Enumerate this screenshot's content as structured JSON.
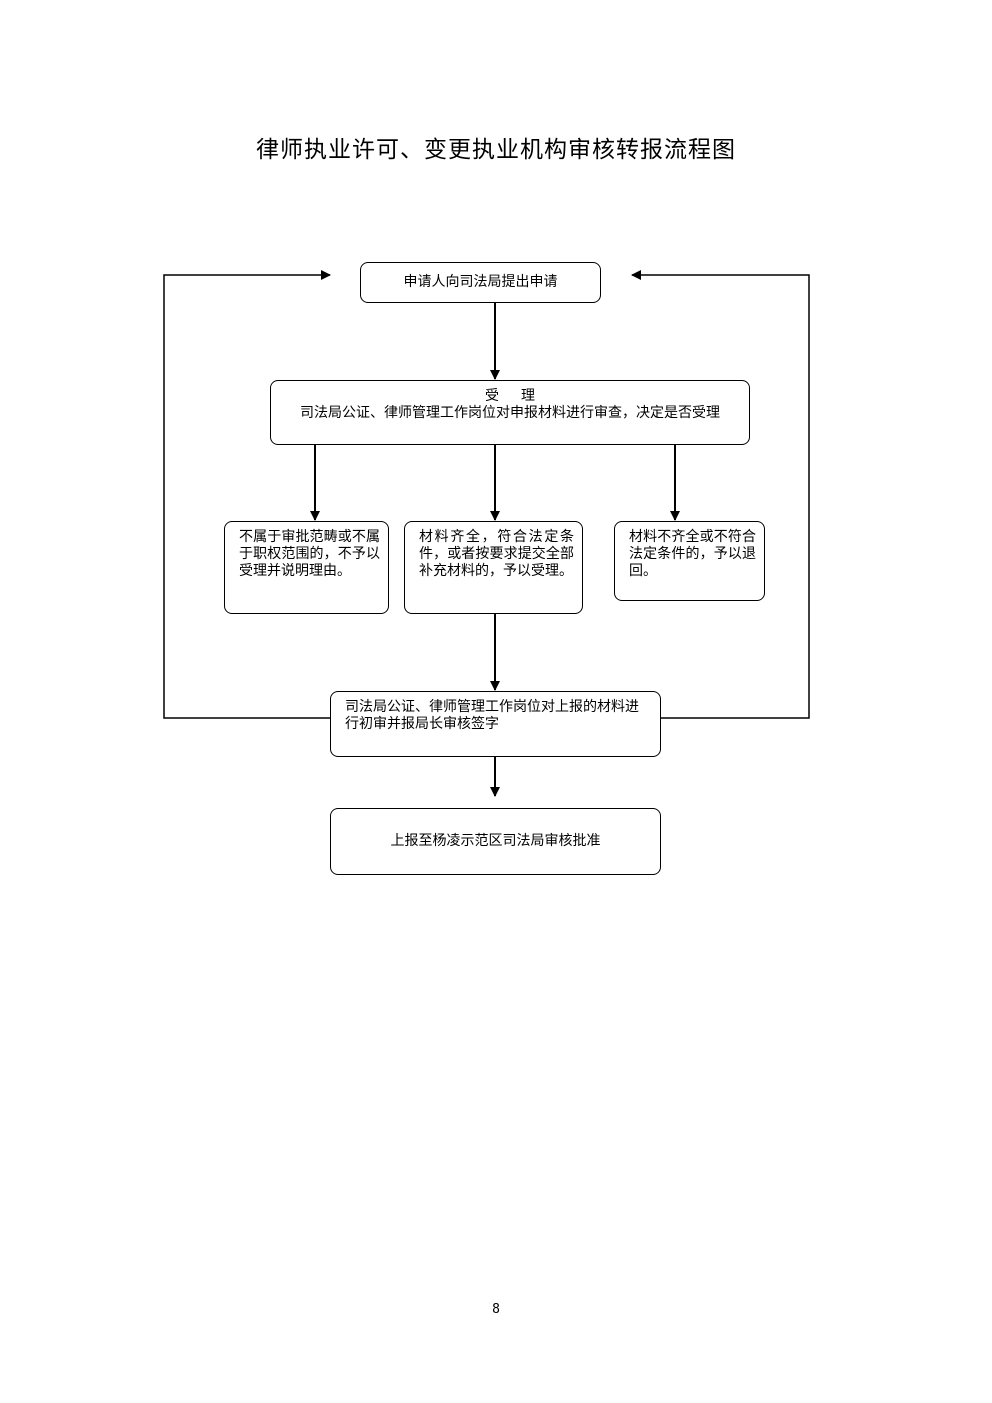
{
  "title": "律师执业许可、变更执业机构审核转报流程图",
  "nodes": {
    "apply": "申请人向司法局提出申请",
    "accept_heading": "受理",
    "accept_body": "司法局公证、律师管理工作岗位对申报材料进行审查，决定是否受理",
    "reject": "不属于审批范畴或不属于职权范围的，不予以受理并说明理由。",
    "complete": "材料齐全，符合法定条件，或者按要求提交全部补充材料的，予以受理。",
    "return": "材料不齐全或不符合法定条件的，予以退回。",
    "review": "司法局公证、律师管理工作岗位对上报的材料进行初审并报局长审核签字",
    "report": "上报至杨凌示范区司法局审核批准"
  },
  "page_number": "8"
}
